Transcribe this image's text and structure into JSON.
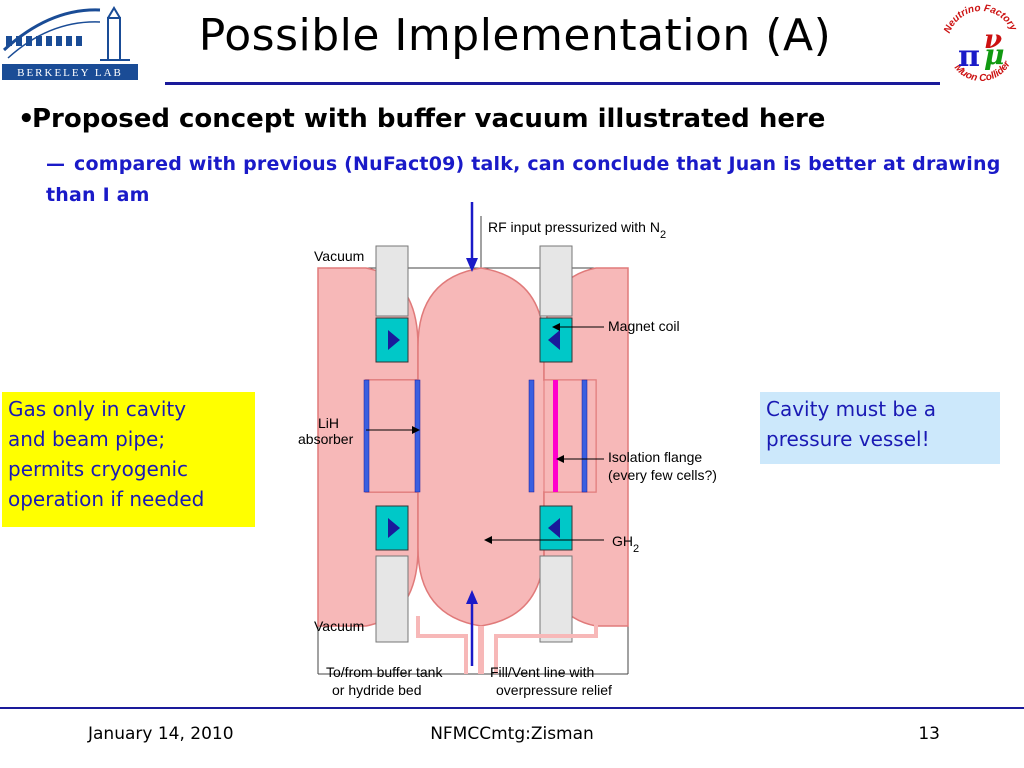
{
  "header": {
    "title": "Possible Implementation (A)",
    "left_logo_text": "BERKELEY LAB",
    "right_logo_text": [
      "Neutrino Factory",
      "Muon Collider"
    ],
    "right_logo_symbols": [
      "ν",
      "π",
      "μ"
    ]
  },
  "body": {
    "bullet_symbol": "•",
    "bullet": "Proposed concept with buffer vacuum illustrated here",
    "sub_dash": "—",
    "sub_bullet": "compared with previous (NuFact09) talk, can conclude that Juan is better at drawing than I am"
  },
  "callouts": {
    "left": [
      "Gas only in cavity",
      "and beam pipe;",
      "permits cryogenic",
      "operation if needed"
    ],
    "right": [
      "Cavity must be a",
      "pressure vessel!"
    ]
  },
  "diagram": {
    "rf_input": "RF input pressurized with N",
    "rf_input_sub": "2",
    "vacuum_top": "Vacuum",
    "vacuum_bottom": "Vacuum",
    "magnet_coil": "Magnet coil",
    "lih": "LiH",
    "absorber": "absorber",
    "isolation_flange": "Isolation flange",
    "every_few_cells": "(every few cells?)",
    "gh2": "GH",
    "gh2_sub": "2",
    "buffer_line1": "To/from buffer tank",
    "buffer_line2": "or hydride bed",
    "fill_line1": "Fill/Vent line with",
    "fill_line2": "overpressure relief",
    "colors": {
      "cavity_fill": "#f7b8b8",
      "cavity_stroke": "#e07a7a",
      "coil_fill": "#00c8c8",
      "coil_arrow": "#1a1a9a",
      "flange": "#ff00cc",
      "window": "#3a5fe0",
      "arrow": "#1a1ac8"
    }
  },
  "footer": {
    "date": "January 14, 2010",
    "center": "NFMCCmtg:Zisman",
    "page": "13"
  },
  "colors": {
    "title_rule": "#1a1a9a",
    "sub_bullet_text": "#1a1ac8",
    "left_callout_bg": "#ffff00",
    "right_callout_bg": "#cce8fb",
    "callout_text": "#1a1ab4"
  }
}
